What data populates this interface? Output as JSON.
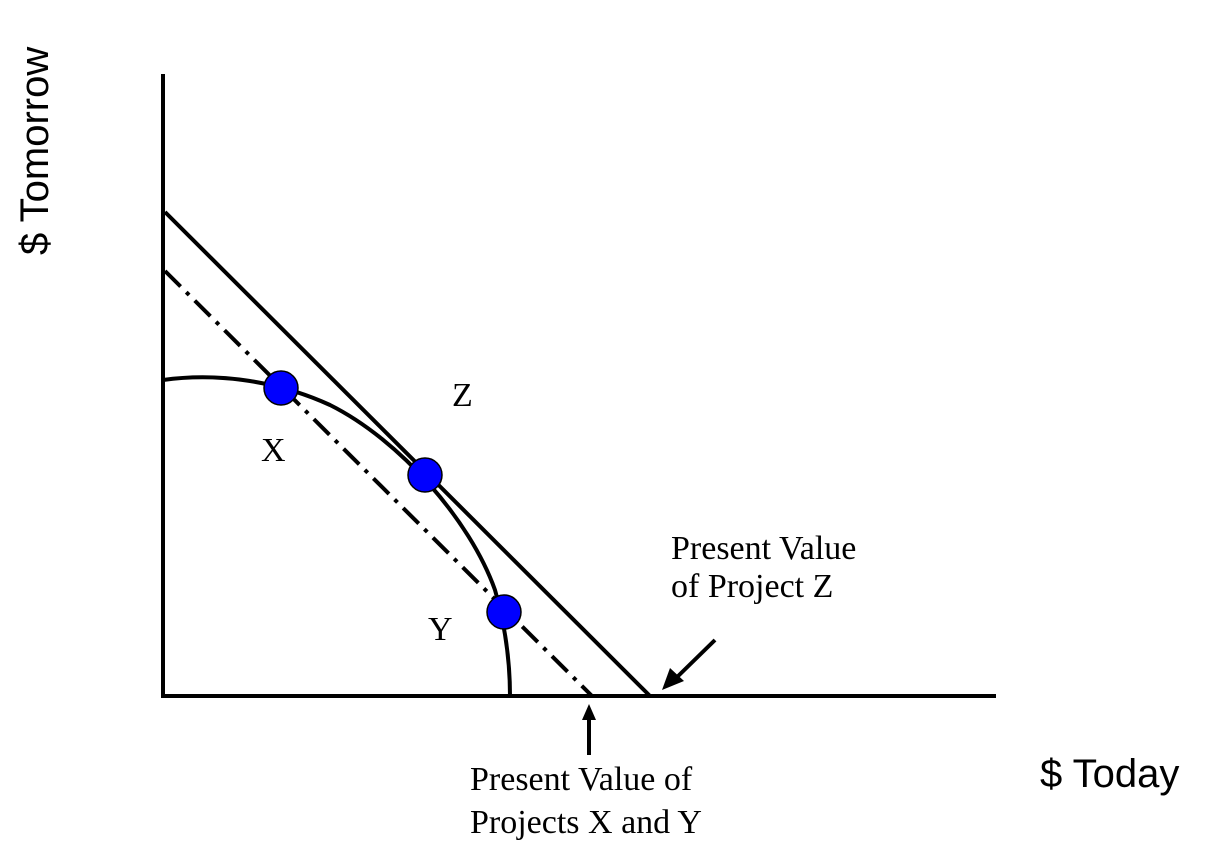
{
  "labels": {
    "y_axis": "$ Tomorrow",
    "x_axis": "$ Today",
    "point_x": "X",
    "point_y": "Y",
    "point_z": "Z",
    "pv_z_line1": "Present Value",
    "pv_z_line2": "of Project Z",
    "pv_xy_line1": "Present Value of",
    "pv_xy_line2": "Projects X and Y"
  },
  "colors": {
    "ink": "#000000",
    "point_fill": "#0000ff",
    "background": "#ffffff"
  }
}
